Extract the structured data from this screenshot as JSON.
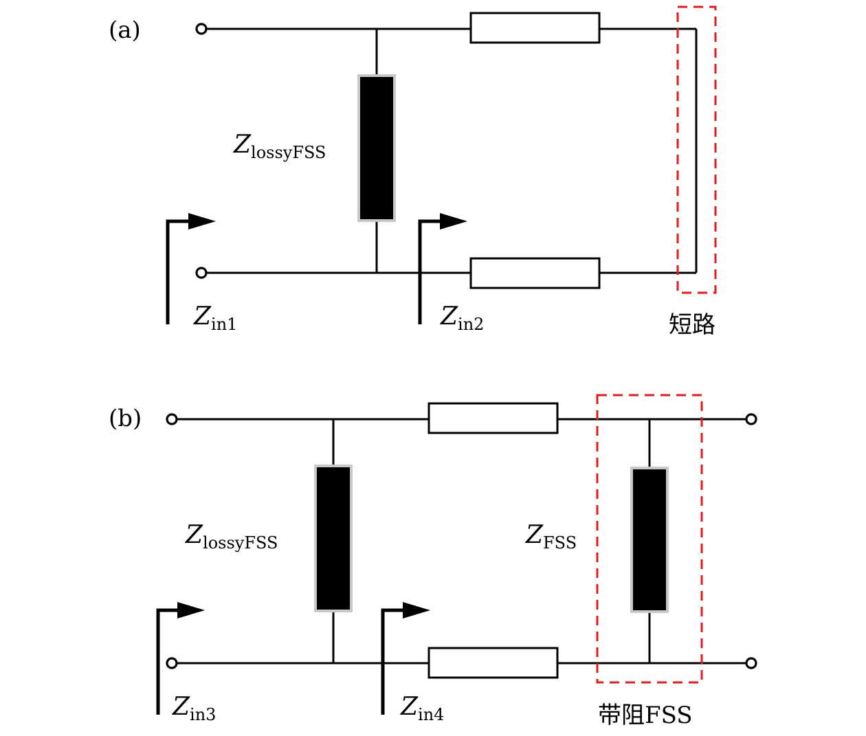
{
  "panels": [
    {
      "tag": "(a)",
      "impedance_labels": [
        {
          "symbol": "Z",
          "subscript": "lossyFSS"
        },
        {
          "symbol": "Z",
          "subscript": "in1"
        },
        {
          "symbol": "Z",
          "subscript": "in2"
        }
      ],
      "boxed_element_label": "短路",
      "boxed_color": "#e31a1c"
    },
    {
      "tag": "(b)",
      "impedance_labels": [
        {
          "symbol": "Z",
          "subscript": "lossyFSS"
        },
        {
          "symbol": "Z",
          "subscript": "FSS"
        },
        {
          "symbol": "Z",
          "subscript": "in3"
        },
        {
          "symbol": "Z",
          "subscript": "in4"
        }
      ],
      "boxed_element_label": "带阻FSS",
      "boxed_color": "#e31a1c"
    }
  ],
  "colors": {
    "wire": "#000000",
    "fss_block_fill": "#000000",
    "fss_block_outline": "#c8c8c8",
    "highlight": "#e31a1c"
  }
}
